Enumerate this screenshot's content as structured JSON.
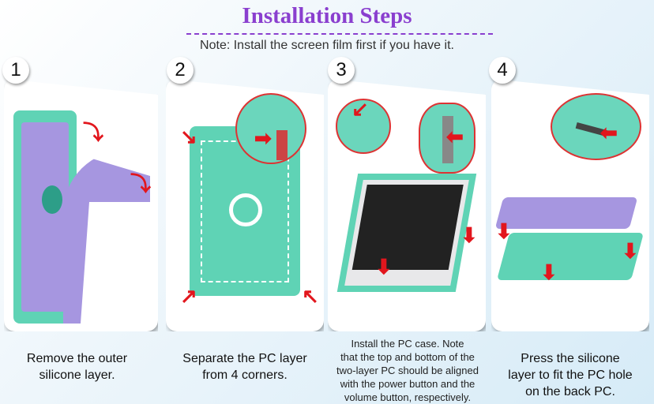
{
  "header": {
    "title": "Installation Steps",
    "note": "Note: Install the screen film first if you have it."
  },
  "steps": [
    {
      "number": "1",
      "caption_lines": [
        "Remove the outer",
        "silicone layer."
      ]
    },
    {
      "number": "2",
      "caption_lines": [
        "Separate the PC layer",
        "from 4 corners."
      ]
    },
    {
      "number": "3",
      "caption_lines": [
        "Install the PC case. Note",
        "that the top and bottom of the",
        "two-layer PC should be aligned",
        "with the power button and the",
        "volume button, respectively."
      ]
    },
    {
      "number": "4",
      "caption_lines": [
        "Press the silicone",
        "layer to fit the PC hole",
        "on the back PC."
      ]
    }
  ],
  "icons": {
    "arrow": "red-arrow-icon"
  },
  "colors": {
    "title": "#8a3fcf",
    "teal": "#5fd3b5",
    "purple": "#a696e0",
    "arrow": "#e2161d"
  }
}
